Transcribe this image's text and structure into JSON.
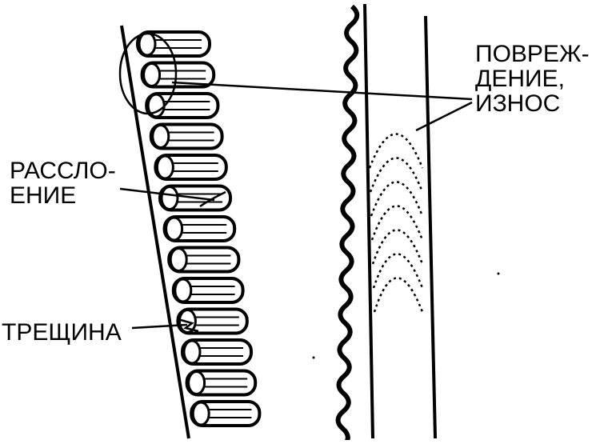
{
  "labels": {
    "wear_line1": "ПОВРЕЖ-",
    "wear_line2": "ДЕНИЕ,",
    "wear_line3": "ИЗНОС",
    "delam_line1": "РАССЛО-",
    "delam_line2": "ЕНИЕ",
    "crack": "ТРЕЩИНА"
  },
  "colors": {
    "ink": "#000000",
    "paper": "#ffffff"
  },
  "icons": {
    "belt_left": "toothed-belt-inner-side",
    "belt_right": "toothed-belt-edge-profile",
    "circle": "damage-highlight-circle"
  }
}
